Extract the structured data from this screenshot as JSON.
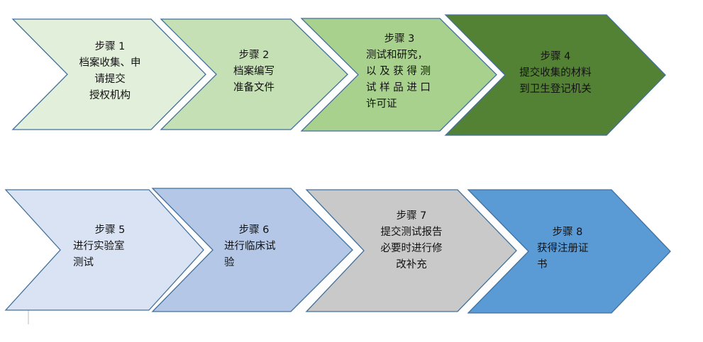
{
  "steps": [
    {
      "title": "步骤 1",
      "lines": [
        "档案收集、申",
        "请提交",
        "授权机构"
      ],
      "color": "#e2efda"
    },
    {
      "title": "步骤 2",
      "lines": [
        "档案编写",
        "准备文件"
      ],
      "color": "#c5e0b4"
    },
    {
      "title": "步骤 3",
      "lines": [
        "测试和研究，",
        "以 及 获 得 测",
        "试 样 品 进 口",
        "许可证"
      ],
      "color": "#a9d18e"
    },
    {
      "title": "步骤 4",
      "lines": [
        "提交收集的材料",
        "到卫生登记机关"
      ],
      "color": "#548235"
    },
    {
      "title": "步骤 5",
      "lines": [
        "进行实验室",
        "测试"
      ],
      "color": "#dae3f3"
    },
    {
      "title": "步骤 6",
      "lines": [
        "进行临床试",
        "验"
      ],
      "color": "#b4c7e7"
    },
    {
      "title": "步骤 7",
      "lines": [
        "提交测试报告",
        "必要时进行修",
        "改补充"
      ],
      "color": "#c9c9c9"
    },
    {
      "title": "步骤 8",
      "lines": [
        "获得注册证",
        "书"
      ],
      "color": "#5b9bd5"
    }
  ],
  "stroke_color": "#41719c"
}
